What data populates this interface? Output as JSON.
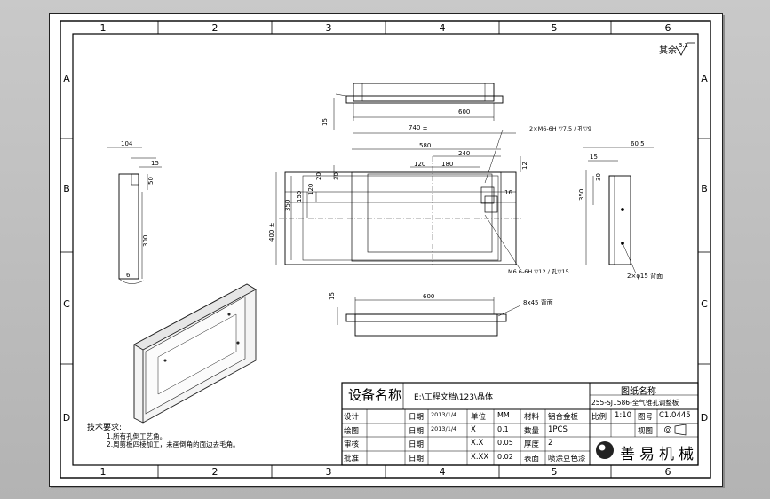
{
  "zone_cols": [
    "1",
    "2",
    "3",
    "4",
    "5",
    "6"
  ],
  "zone_rows": [
    "A",
    "B",
    "C",
    "D"
  ],
  "roughness": {
    "label": "其余",
    "value": "3.2"
  },
  "views": {
    "top_dims": {
      "h": "15",
      "w": "600"
    },
    "front_dims": {
      "w740": "740 ±",
      "w580": "580",
      "w240": "240",
      "w120": "120",
      "w180": "180",
      "h400": "400 ±",
      "h350": "350",
      "h150": "150",
      "h120": "120",
      "h20": "20",
      "h30": "30",
      "h12": "12",
      "h16": "16"
    },
    "hole_note_top": "2×M6-6H  ▽7.5 / 孔▽9",
    "hole_note_bottom": "M6 6-6H ▽12 / 孔▽15",
    "side_left_dims": {
      "w104": "104",
      "w15": "15",
      "h50": "50",
      "h300": "300",
      "r": "6"
    },
    "side_right_dims": {
      "w60": "60 5",
      "d15": "15",
      "h350": "350",
      "h30": "30",
      "note": "2×φ15 背面"
    },
    "bottom_dims": {
      "h": "15",
      "w": "600",
      "note": "8x45 背面"
    }
  },
  "tech_req": {
    "heading": "技术要求:",
    "items": [
      "1.所有孔倒工艺角。",
      "2.周剪板四棱加工，未画倒角的面边去毛角。"
    ]
  },
  "title_block": {
    "device_name_label": "设备名称",
    "file_path": "E:\\工程文档\\123\\晶体",
    "drawing_name_label": "图纸名称",
    "drawing_name": "255-SJ1586-全气锥孔调整板",
    "rows": [
      {
        "role": "设计",
        "date_label": "日期",
        "date": "2013/1/4",
        "c1": "单位",
        "c2": "MM",
        "c3": "材料",
        "c4": "铝合金板"
      },
      {
        "role": "绘图",
        "date_label": "日期",
        "date": "2013/1/4",
        "c1": "X",
        "c2": "0.1",
        "c3": "数量",
        "c4": "1PCS"
      },
      {
        "role": "审核",
        "date_label": "日期",
        "date": "",
        "c1": "X.X",
        "c2": "0.05",
        "c3": "厚度",
        "c4": "2"
      },
      {
        "role": "批准",
        "date_label": "日期",
        "date": "",
        "c1": "X.XX",
        "c2": "0.02",
        "c3": "表面",
        "c4": "喷涂豆色漆"
      }
    ],
    "scale_label": "比例",
    "scale": "1:10",
    "drawing_no_label": "图号",
    "drawing_no": "C1.0445",
    "view_label": "视图",
    "company": "善易机械"
  }
}
